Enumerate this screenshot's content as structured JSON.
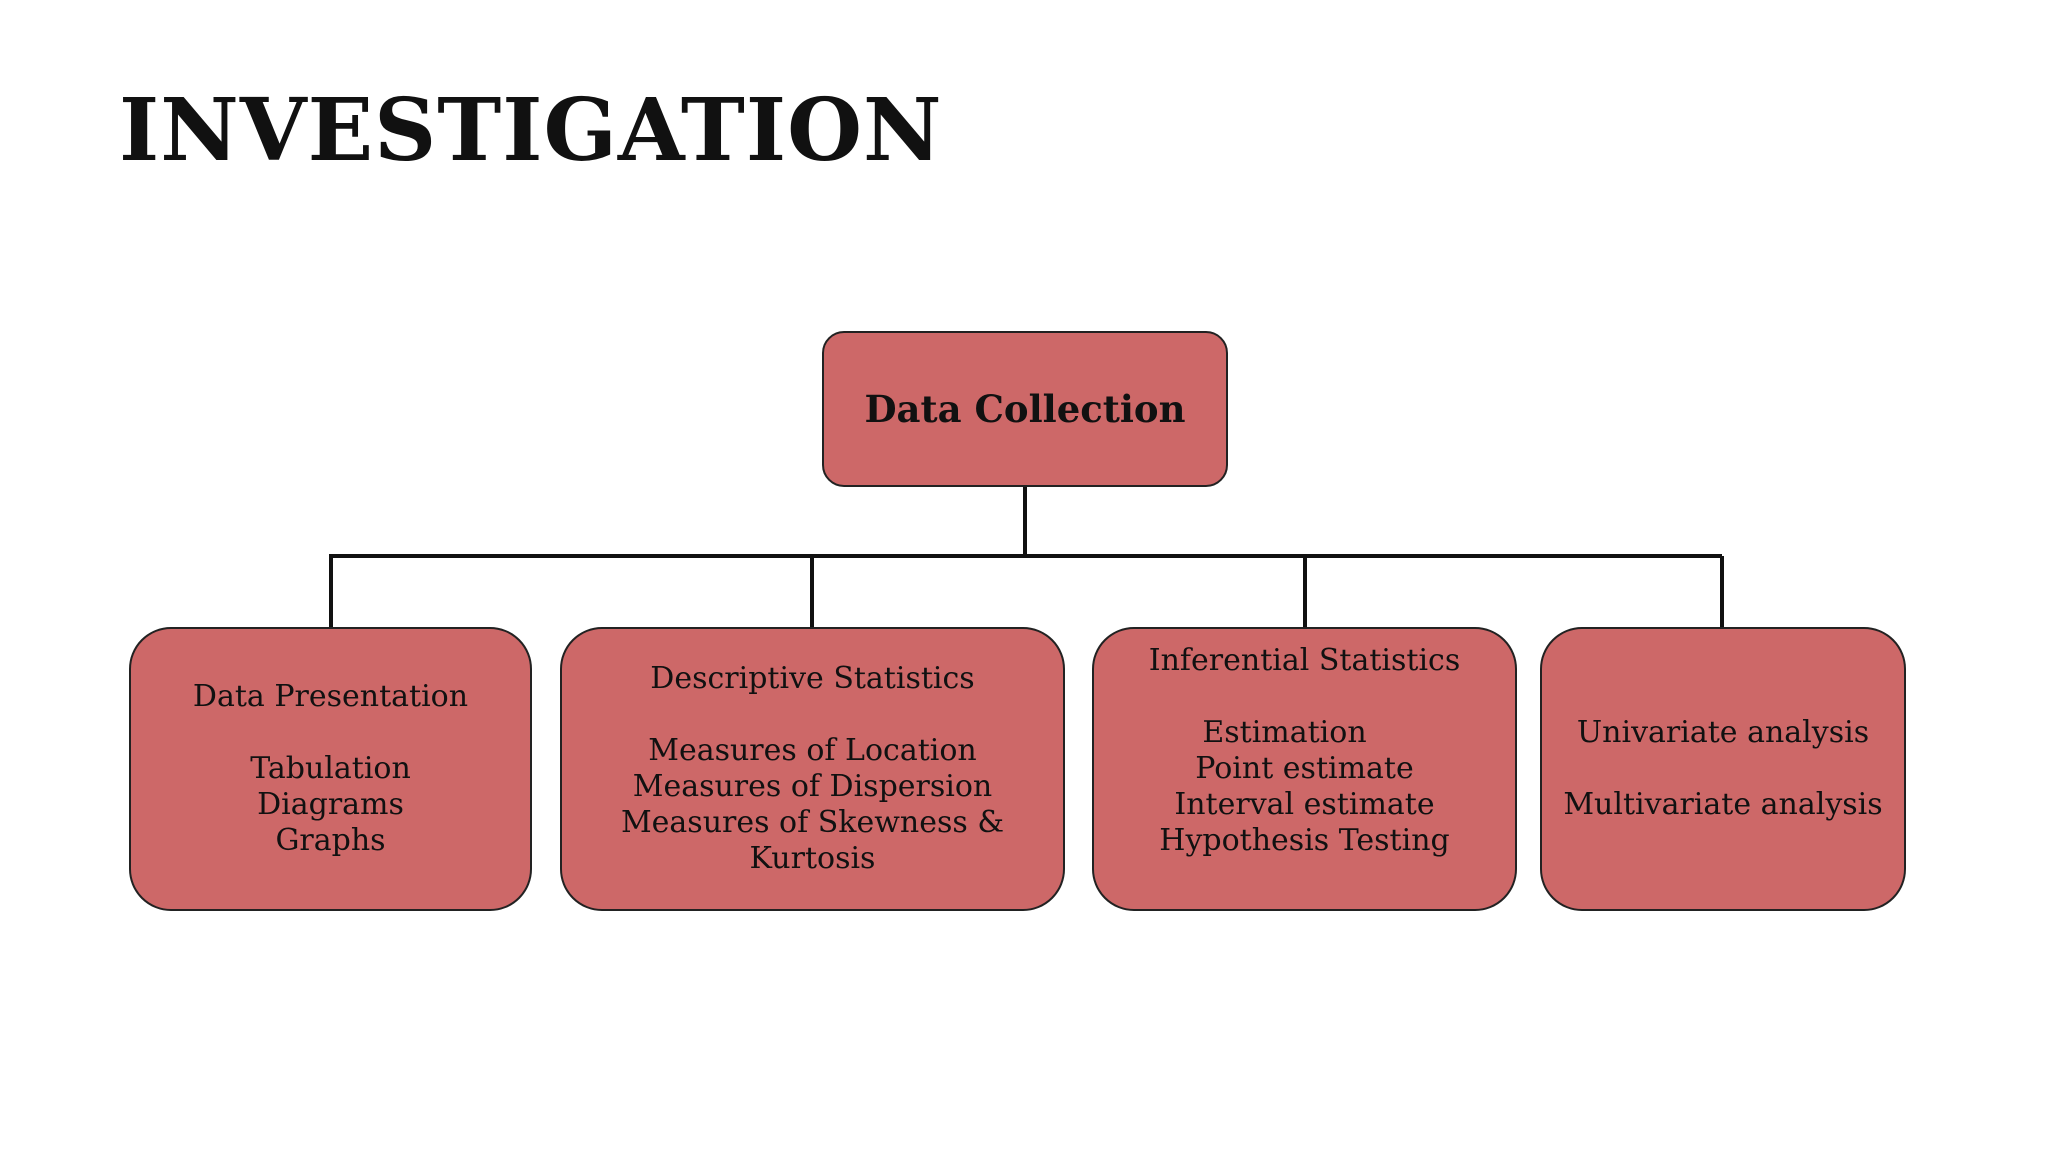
{
  "title": "INVESTIGATION",
  "colors": {
    "node_fill": "#cd6868",
    "node_border": "#222222",
    "connector": "#111111",
    "text": "#111111",
    "background": "#ffffff"
  },
  "root": {
    "label": "Data Collection"
  },
  "children": [
    {
      "heading": "Data Presentation",
      "items": [
        "Tabulation",
        "Diagrams",
        "Graphs"
      ]
    },
    {
      "heading": "Descriptive Statistics",
      "items": [
        "Measures of Location",
        "Measures of Dispersion",
        "Measures of Skewness &",
        "Kurtosis"
      ]
    },
    {
      "heading": "Inferential Statistics",
      "items": [
        "Estimation",
        "Point estimate",
        "Interval estimate",
        "Hypothesis Testing"
      ]
    },
    {
      "heading": "Univariate analysis",
      "items": [
        "Multivariate analysis"
      ]
    }
  ]
}
